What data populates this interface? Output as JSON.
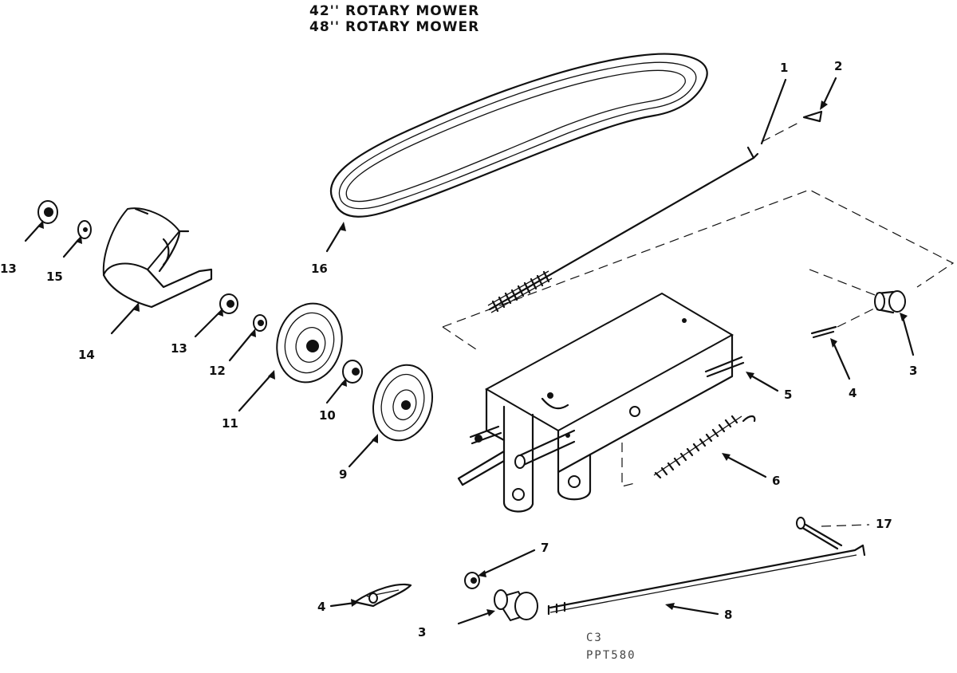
{
  "diagram": {
    "title_line1": "42'' ROTARY MOWER",
    "title_line2": "48'' ROTARY MOWER",
    "bottom_code_1": "C3",
    "bottom_code_2": "PPT580",
    "callouts": {
      "p1": "1",
      "p2": "2",
      "p3a": "3",
      "p3b": "3",
      "p4a": "4",
      "p4b": "4",
      "p5": "5",
      "p6": "6",
      "p7": "7",
      "p8": "8",
      "p9": "9",
      "p10": "10",
      "p11": "11",
      "p12": "12",
      "p13a": "13",
      "p13b": "13",
      "p14": "14",
      "p15": "15",
      "p16": "16",
      "p17": "17"
    }
  }
}
